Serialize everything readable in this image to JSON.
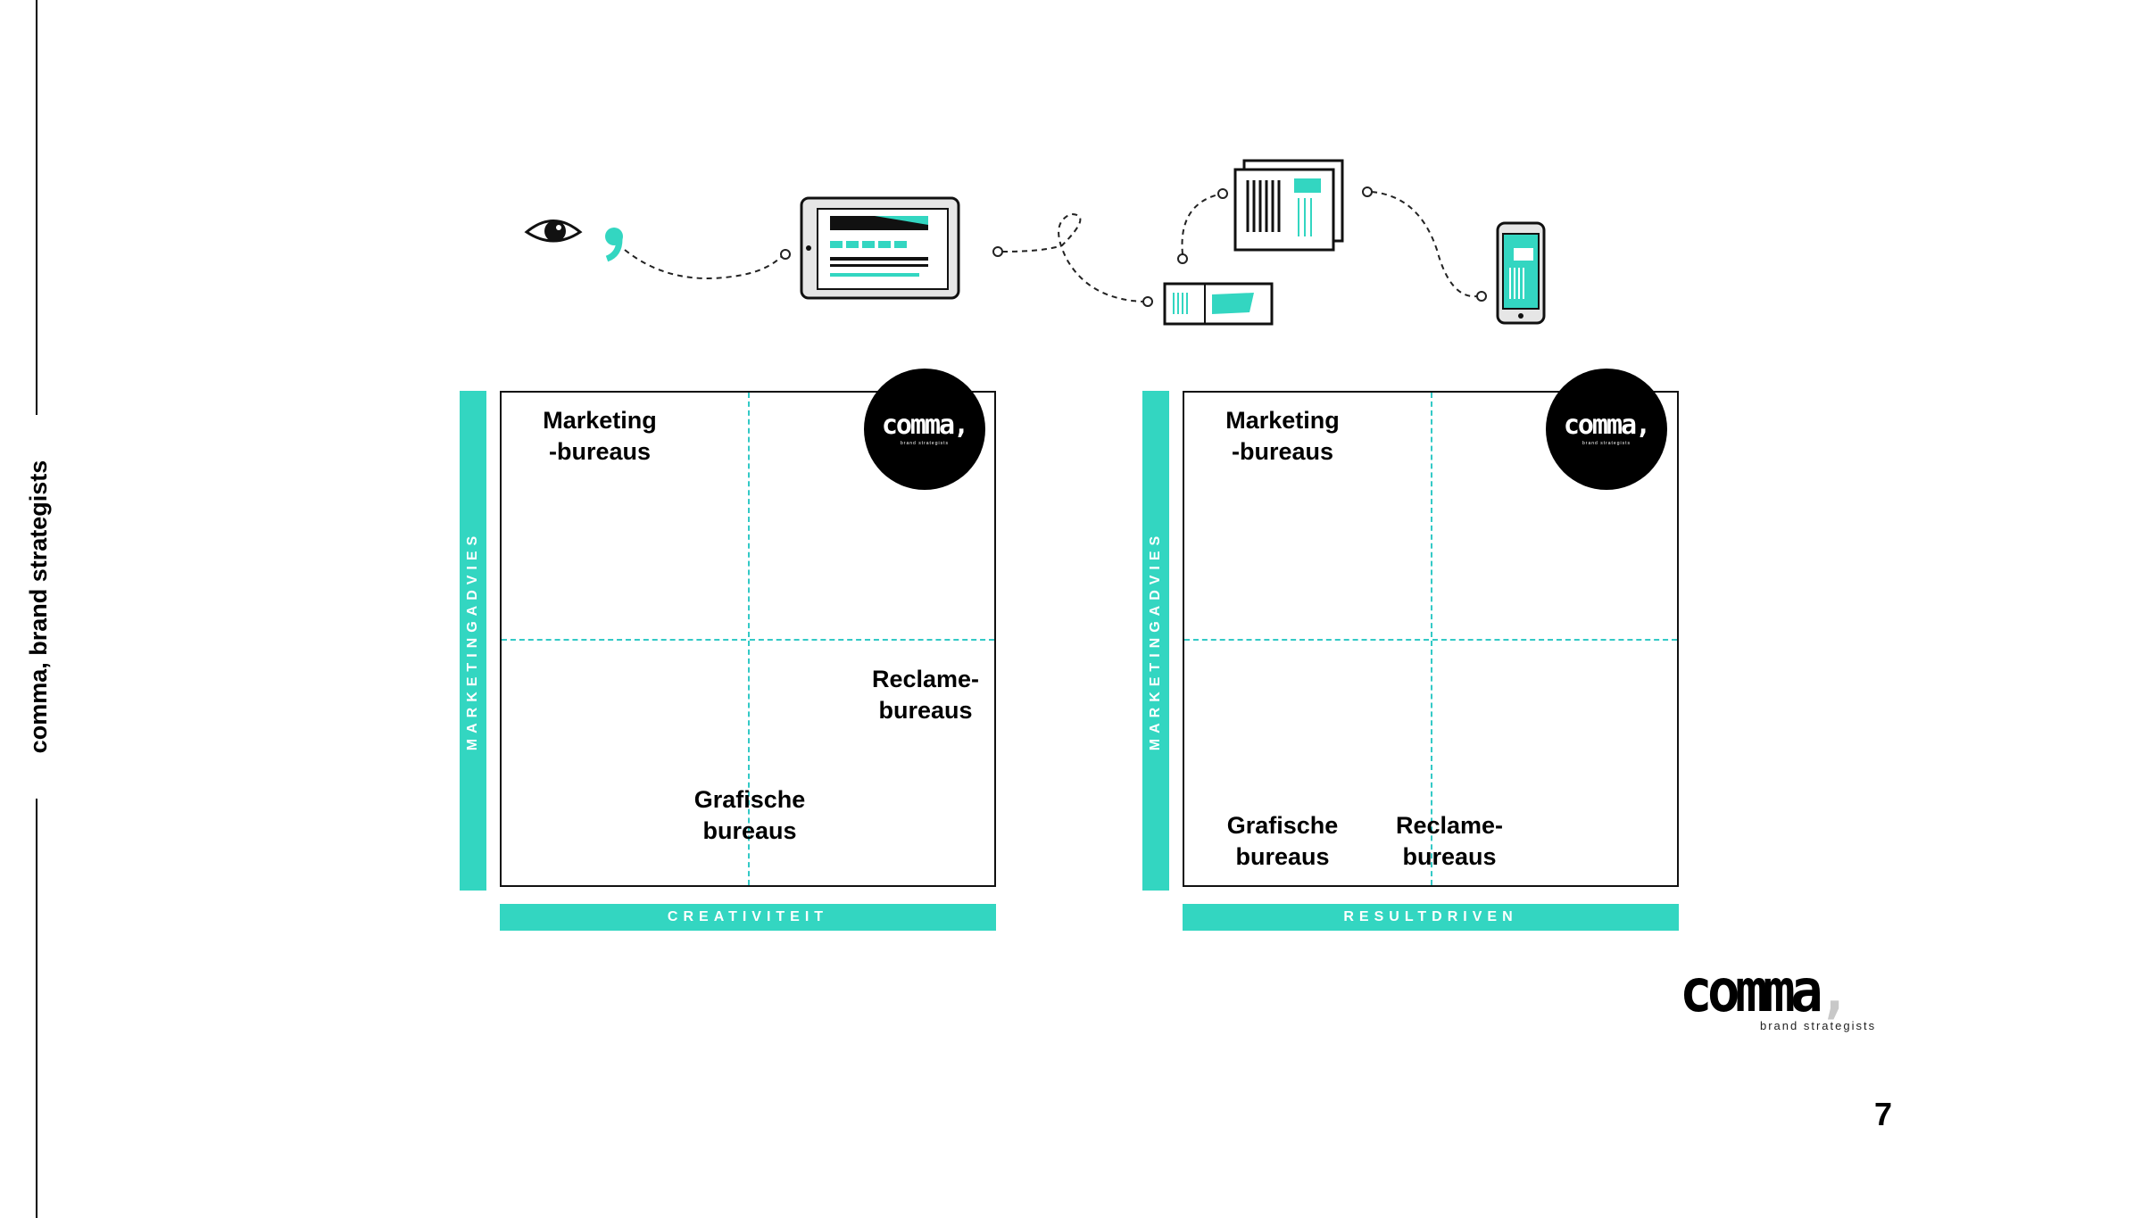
{
  "sidebar": {
    "text": "comma, brand strategists"
  },
  "page_number": "7",
  "matrices": [
    {
      "y_axis": "MARKETINGADVIES",
      "x_axis": "CREATIVITEIT",
      "badge": {
        "word": "comma,",
        "tagline": "brand strategists"
      },
      "labels": {
        "marketing": "Marketing\n-bureaus",
        "reclame": "Reclame-\nbureaus",
        "grafische": "Grafische\nbureaus"
      }
    },
    {
      "y_axis": "MARKETINGADVIES",
      "x_axis": "RESULTDRIVEN",
      "badge": {
        "word": "comma,",
        "tagline": "brand strategists"
      },
      "labels": {
        "marketing": "Marketing\n-bureaus",
        "grafische": "Grafische\nbureaus",
        "reclame": "Reclame-\nbureaus"
      }
    }
  ],
  "logo": {
    "word": "comma",
    "comma": ",",
    "tagline": "brand strategists"
  },
  "colors": {
    "accent": "#33d6c1",
    "dash": "#33c9c6",
    "text": "#000000"
  },
  "icons": [
    "eye-icon",
    "comma-icon",
    "tablet-icon",
    "brochure-icon",
    "newspaper-icon",
    "phone-icon"
  ]
}
